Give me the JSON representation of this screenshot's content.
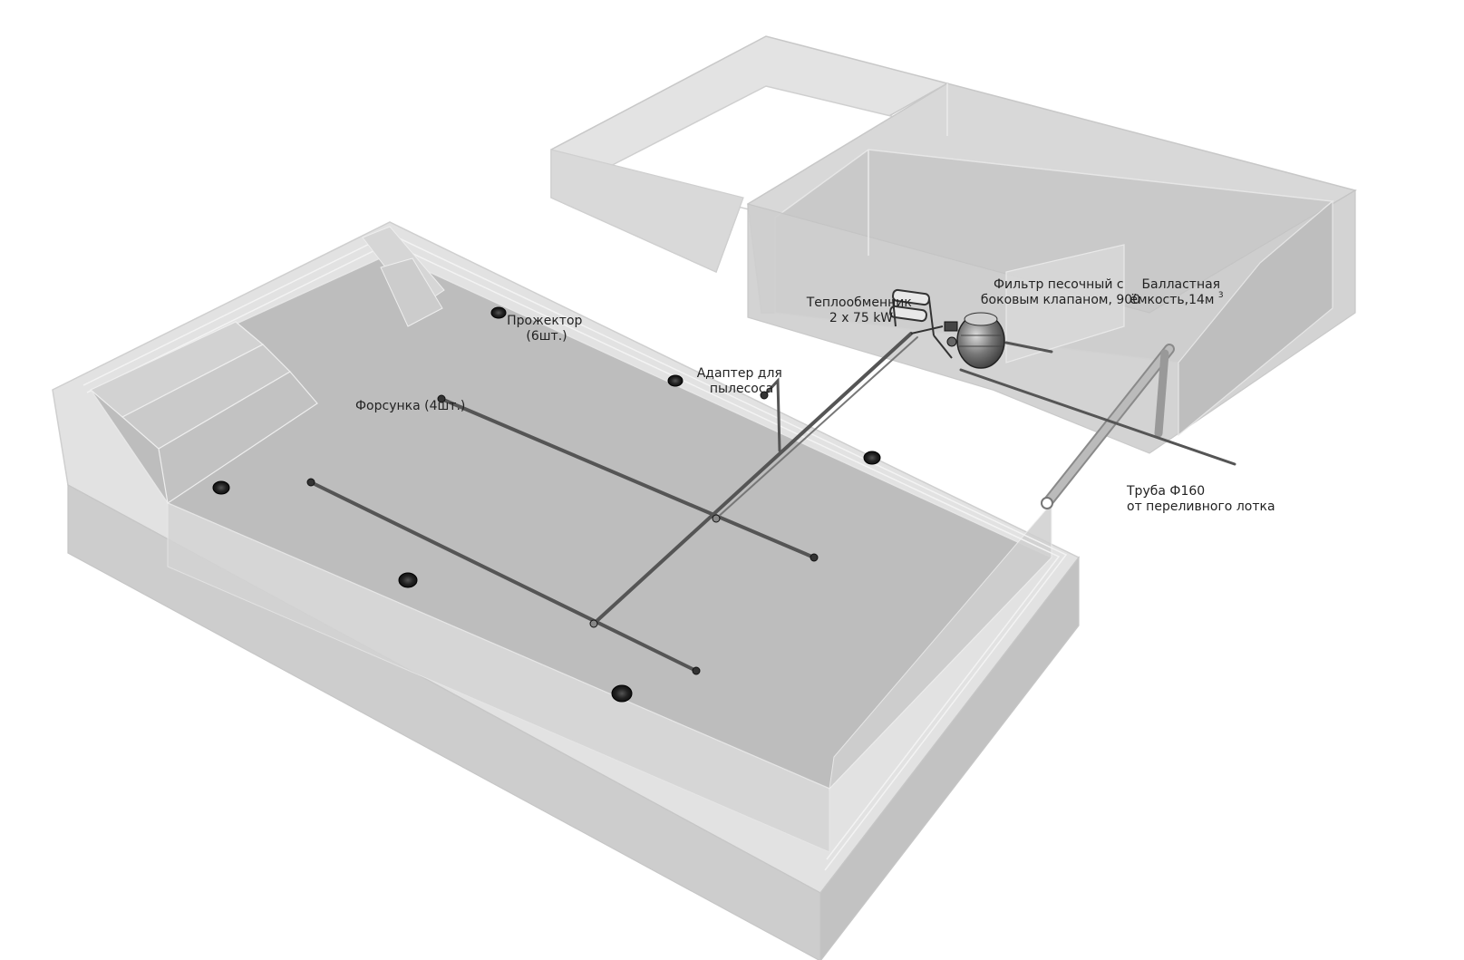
{
  "diagram": {
    "labels": {
      "projector": {
        "line1": "Прожектор",
        "line2": "(6шт.)"
      },
      "nozzle": "Форсунка (4шт.)",
      "vacuum_adapter": {
        "line1": "Адаптер для",
        "line2": "пылесоса"
      },
      "heat_exchanger": {
        "line1": "Теплообменник",
        "line2": "2 x 75 kW"
      },
      "sand_filter": {
        "line1": "Фильтр песочный с",
        "line2": "боковым клапаном, 900"
      },
      "ballast_tank": {
        "line1": "Балластная",
        "line2": "ёмкость,14м",
        "sup": "3"
      },
      "pipe": {
        "line1": "Труба Ф160",
        "line2": "от переливного лотка"
      }
    },
    "colors": {
      "wall_fill": "#d6d6d6",
      "wall_stroke": "#f4f4f4",
      "floor_fill": "#bdbdbd",
      "pipe": "#555555",
      "fitting": "#222222",
      "label_text": "#222222"
    }
  }
}
